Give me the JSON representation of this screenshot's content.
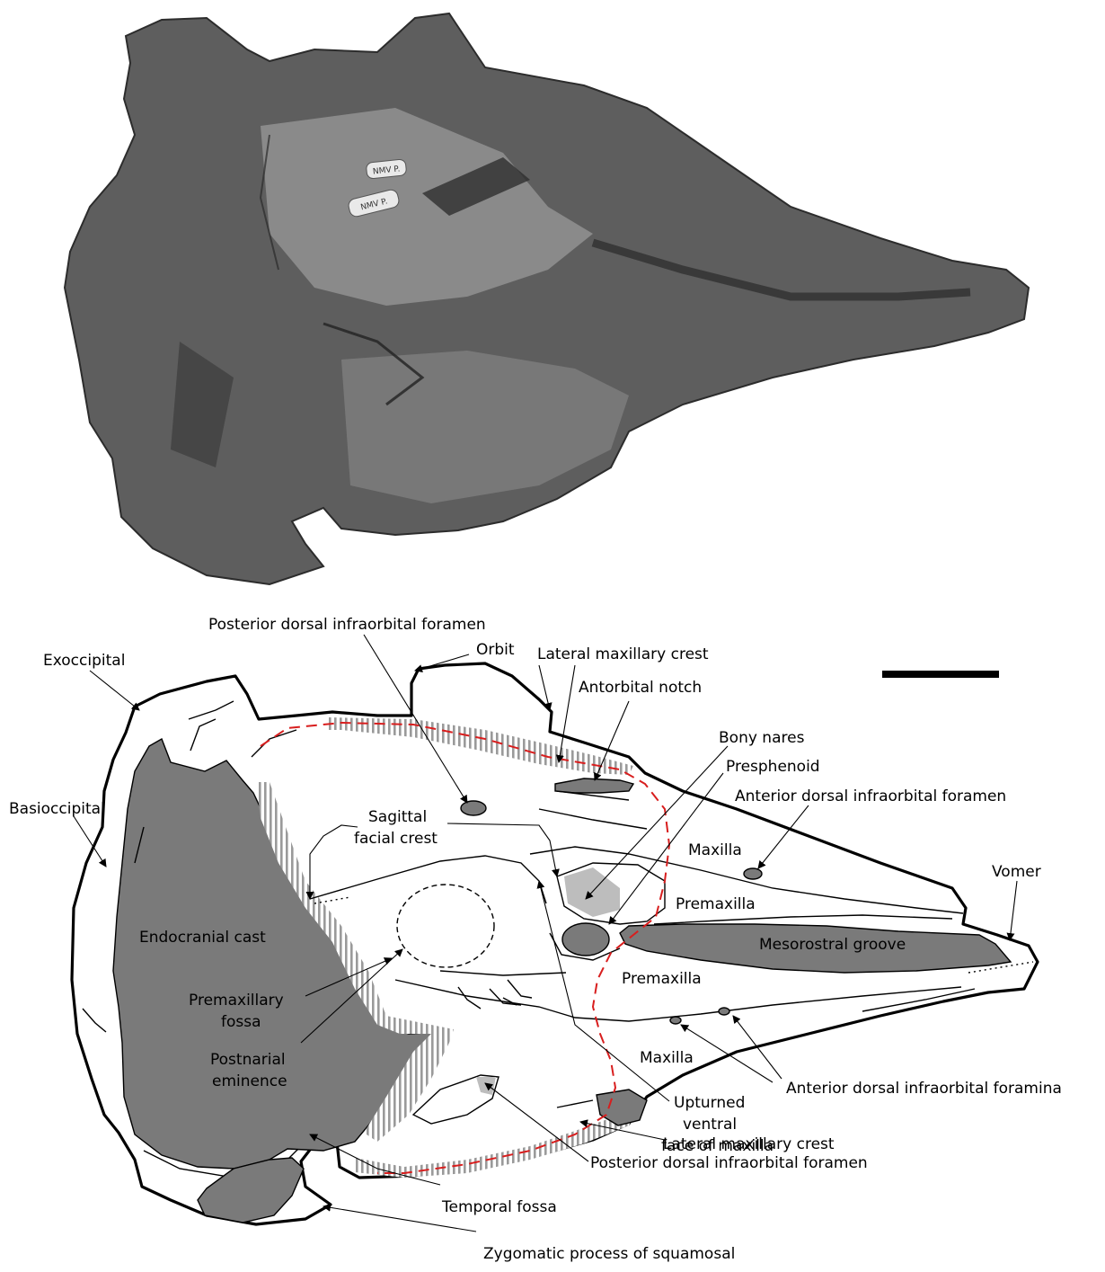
{
  "photo": {
    "specimen_label_1": "NMV P.",
    "specimen_label_2": "NMV P."
  },
  "scale_bar": {
    "present": true
  },
  "labels": {
    "posterior_dorsal_infraorbital_foramen_top": "Posterior dorsal infraorbital foramen",
    "exoccipital": "Exoccipital",
    "orbit": "Orbit",
    "lateral_maxillary_crest_top": "Lateral maxillary crest",
    "antorbital_notch": "Antorbital notch",
    "bony_nares": "Bony nares",
    "presphenoid": "Presphenoid",
    "anterior_dorsal_infraorbital_foramen": "Anterior dorsal infraorbital foramen",
    "basioccipital": "Basioccipital",
    "sagittal_facial_crest_1": "Sagittal",
    "sagittal_facial_crest_2": "facial crest",
    "maxilla_upper": "Maxilla",
    "vomer": "Vomer",
    "premaxilla_upper": "Premaxilla",
    "endocranial_cast": "Endocranial cast",
    "mesorostral_groove": "Mesorostral groove",
    "premaxilla_lower": "Premaxilla",
    "premaxillary_fossa_1": "Premaxillary",
    "premaxillary_fossa_2": "fossa",
    "postnarial_eminence_1": "Postnarial",
    "postnarial_eminence_2": "eminence",
    "maxilla_lower": "Maxilla",
    "anterior_dorsal_infraorbital_foramina": "Anterior dorsal infraorbital foramina",
    "upturned_ventral_face_1": "Upturned",
    "upturned_ventral_face_2": "ventral",
    "upturned_ventral_face_3": "face of maxilla",
    "lateral_maxillary_crest_bottom": "Lateral maxillary crest",
    "posterior_dorsal_infraorbital_foramen_bottom": "Posterior dorsal infraorbital foramen",
    "temporal_fossa": "Temporal fossa",
    "zygomatic_process": "Zygomatic process of squamosal"
  }
}
